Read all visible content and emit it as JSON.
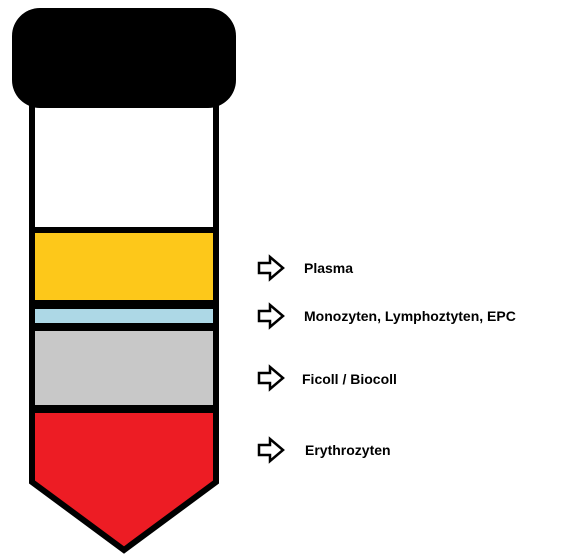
{
  "tube": {
    "cap_color": "#000000",
    "outline_color": "#000000",
    "empty_color": "#ffffff"
  },
  "layers": [
    {
      "id": "plasma",
      "label": "Plasma",
      "color": "#fdc81a"
    },
    {
      "id": "monozyten",
      "label": "Monozyten, Lymphoztyten, EPC",
      "color": "#add8e6"
    },
    {
      "id": "ficoll",
      "label": "Ficoll / Biocoll",
      "color": "#c8c8c8"
    },
    {
      "id": "erythrozyten",
      "label": "Erythrozyten",
      "color": "#ed1c24"
    }
  ],
  "arrow_icon": "right-outline-arrow-icon"
}
